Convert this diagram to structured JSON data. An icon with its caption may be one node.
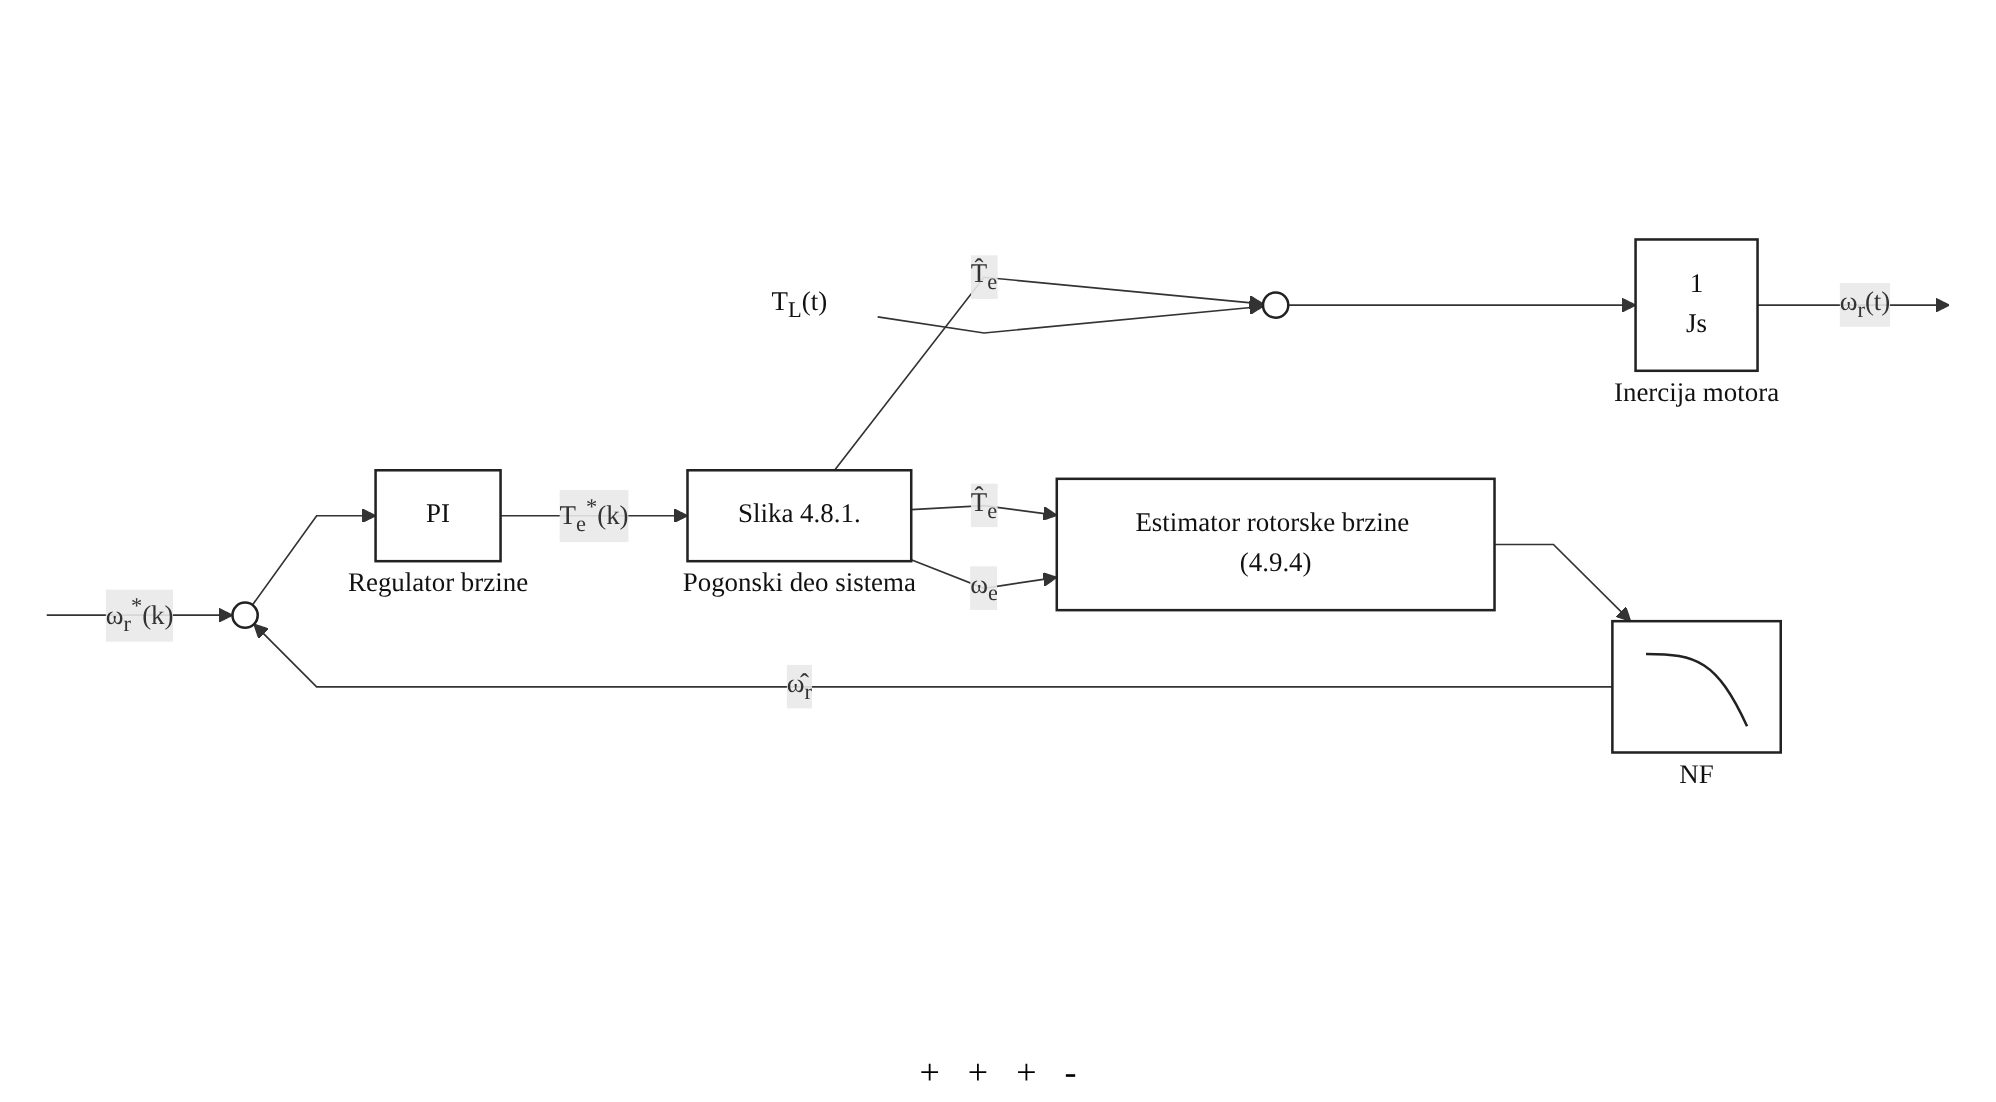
{
  "diagram": {
    "nodes": [
      {
        "text": [],
        "shape": "circle"
      },
      {
        "text": [
          "PI"
        ],
        "beside": [
          "Regulator brzine"
        ]
      },
      {
        "text": [
          "Slika 4.8.1."
        ],
        "beside": [
          "Pogonski deo sistema"
        ]
      },
      {
        "text": [],
        "shape": "circle"
      },
      {
        "text": [
          "1",
          "Js"
        ],
        "beside": [
          "Inercija motora"
        ]
      },
      {
        "text": [
          "Estimator rotorske brzine (4.9.4)"
        ]
      },
      {
        "text": [],
        "shape": "box",
        "beside": [
          "NF"
        ]
      },
      {
        "text": [
          "T$_{L}$(t)"
        ]
      }
    ],
    "edges": [
      {
        "from": null,
        "to": 0,
        "arrow": "to",
        "label": "ω$_{r}$$^{*}$(k)"
      },
      {
        "from": 0,
        "to": 1,
        "arrow": "to"
      },
      {
        "from": 1,
        "to": 2,
        "arrow": "to",
        "label": "T$_{e}$$^{*}$(k)"
      },
      {
        "from": 2,
        "to": 3,
        "arrow": "to",
        "label": "T̂$_{e}$"
      },
      {
        "from": 7,
        "to": 3,
        "arrow": "to"
      },
      {
        "from": 3,
        "to": 4,
        "arrow": "to"
      },
      {
        "from": 4,
        "to": null,
        "arrow": "to",
        "label": "ω$_{r}$(t)"
      },
      {
        "from": 2,
        "to": 5,
        "arrow": "to",
        "label": "T̂$_{e}$"
      },
      {
        "from": 2,
        "to": 5,
        "arrow": "to",
        "label": "ω$_{e}$"
      },
      {
        "from": 5,
        "to": 6,
        "arrow": "to"
      },
      {
        "from": 6,
        "to": 0,
        "arrow": "to",
        "label": "ω̂$_{r}$"
      }
    ],
    "labels": [
      "+",
      "+",
      "+",
      "-"
    ]
  }
}
